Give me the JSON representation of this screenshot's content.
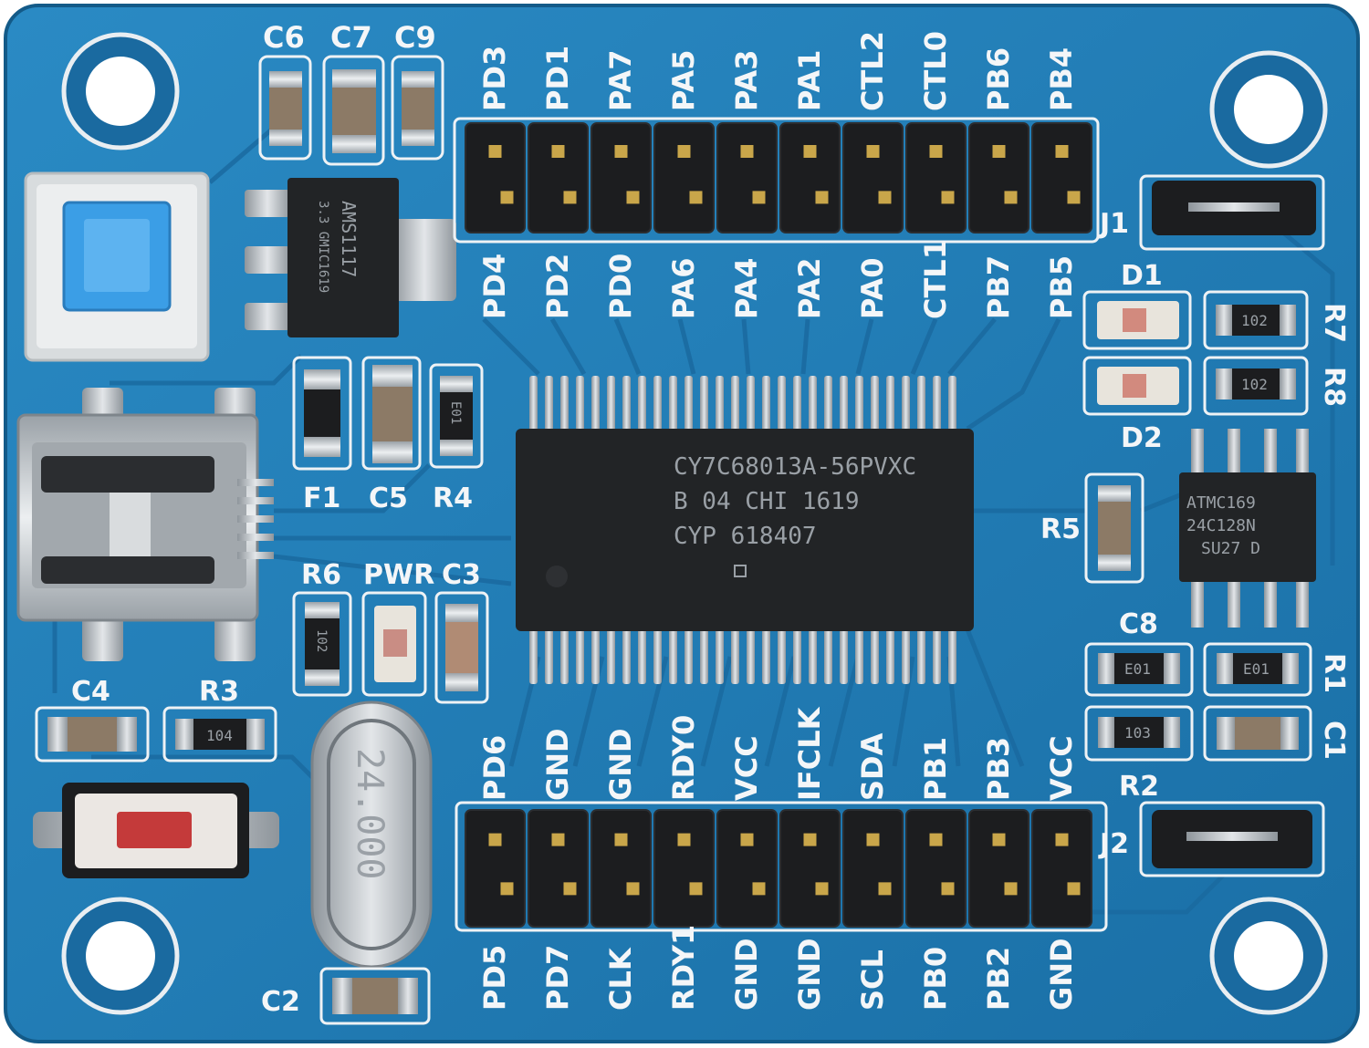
{
  "board": {
    "mcu_marking": [
      "CY7C68013A-56PVXC",
      "B  04 CHI 1619",
      "CYP 618407"
    ],
    "regulator_marking": [
      "AMS1117",
      "3.3 GMIC1619"
    ],
    "eeprom_marking": [
      "ATMC169",
      "24C128N",
      "SU27 D"
    ],
    "crystal_marking": "24.000",
    "resistor_markings": {
      "r4": "E01",
      "r6": "102",
      "r3": "104",
      "r7": "102",
      "r8": "102",
      "c8r": "E01",
      "r1": "E01",
      "r2": "103"
    },
    "header_j1": {
      "name": "J1",
      "top_labels": [
        "PD3",
        "PD1",
        "PA7",
        "PA5",
        "PA3",
        "PA1",
        "CTL2",
        "CTL0",
        "PB6",
        "PB4"
      ],
      "bottom_labels": [
        "PD4",
        "PD2",
        "PD0",
        "PA6",
        "PA4",
        "PA2",
        "PA0",
        "CTL1",
        "PB7",
        "PB5"
      ]
    },
    "header_j2": {
      "name": "J2",
      "top_labels": [
        "PD6",
        "GND",
        "GND",
        "RDY0",
        "VCC",
        "IFCLK",
        "SDA",
        "PB1",
        "PB3",
        "VCC"
      ],
      "bottom_labels": [
        "PD5",
        "PD7",
        "CLK",
        "RDY1",
        "GND",
        "GND",
        "SCL",
        "PB0",
        "PB2",
        "GND"
      ]
    },
    "component_labels": {
      "c6": "C6",
      "c7": "C7",
      "c9": "C9",
      "f1": "F1",
      "c5": "C5",
      "r4": "R4",
      "r6": "R6",
      "pwr": "PWR",
      "c3": "C3",
      "c4": "C4",
      "r3": "R3",
      "c2": "C2",
      "d1": "D1",
      "d2": "D2",
      "r7": "R7",
      "r8": "R8",
      "r5": "R5",
      "c8": "C8",
      "r1": "R1",
      "c1": "C1",
      "r2": "R2"
    },
    "colors": {
      "pcb": "#1f7fb8",
      "pcb_edge": "#17669a",
      "silkscreen": "#f4f6f8",
      "chip": "#222426",
      "pin_metal": "#b9bec3",
      "header_plastic": "#1c1d1f",
      "button_blue": "#3b9ee6",
      "button_red": "#c43a3a"
    }
  }
}
